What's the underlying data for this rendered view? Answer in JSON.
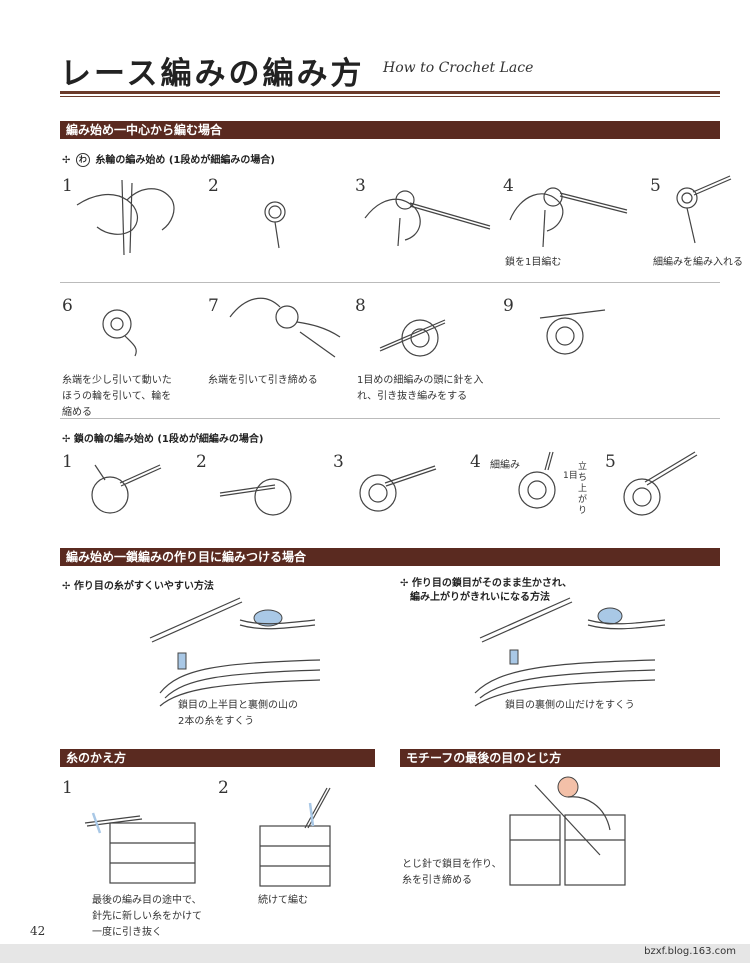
{
  "header": {
    "title": "レース編みの編み方",
    "subtitle": "How to Crochet Lace"
  },
  "sections": {
    "s1": {
      "bar": "編み始め一中心から編む場合",
      "a_title": "糸輪の編み始め (1段めが細編みの場合)",
      "a_tag": "わ",
      "b_title": "鎖の輪の編み始め (1段めが細編みの場合)"
    },
    "s2": {
      "bar": "編み始め一鎖編みの作り目に編みつける場合",
      "left_title": "作り目の糸がすくいやすい方法",
      "left_caption_1": "鎖目の上半目と裏側の山の",
      "left_caption_2": "2本の糸をすくう",
      "right_title_1": "作り目の鎖目がそのまま生かされ、",
      "right_title_2": "編み上がりがきれいになる方法",
      "right_caption": "鎖目の裏側の山だけをすくう"
    },
    "s3": {
      "bar": "糸のかえ方",
      "caption1_1": "最後の編み目の途中で、",
      "caption1_2": "針先に新しい糸をかけて",
      "caption1_3": "一度に引き抜く",
      "caption2": "続けて編む"
    },
    "s4": {
      "bar": "モチーフの最後の目のとじ方",
      "caption_1": "とじ針で鎖目を作り、",
      "caption_2": "糸を引き締める"
    }
  },
  "steps": {
    "n1": "1",
    "n2": "2",
    "n3": "3",
    "n4": "4",
    "n5": "5",
    "n6": "6",
    "n7": "7",
    "n8": "8",
    "n9": "9",
    "cap4": "鎖を1目編む",
    "cap5": "細編みを編み入れる",
    "cap6_1": "糸端を少し引いて動いた",
    "cap6_2": "ほうの輪を引いて、輪を",
    "cap6_3": "縮める",
    "cap7": "糸端を引いて引き締める",
    "cap8_1": "1目めの細編みの頭に針を入",
    "cap8_2": "れ、引き抜き編みをする",
    "b_label_chain": "細編み",
    "b_label_stand": "立ち上がり",
    "b_label_one": "1目"
  },
  "footer": {
    "page": "42",
    "site": "bzxf.blog.163.com"
  }
}
